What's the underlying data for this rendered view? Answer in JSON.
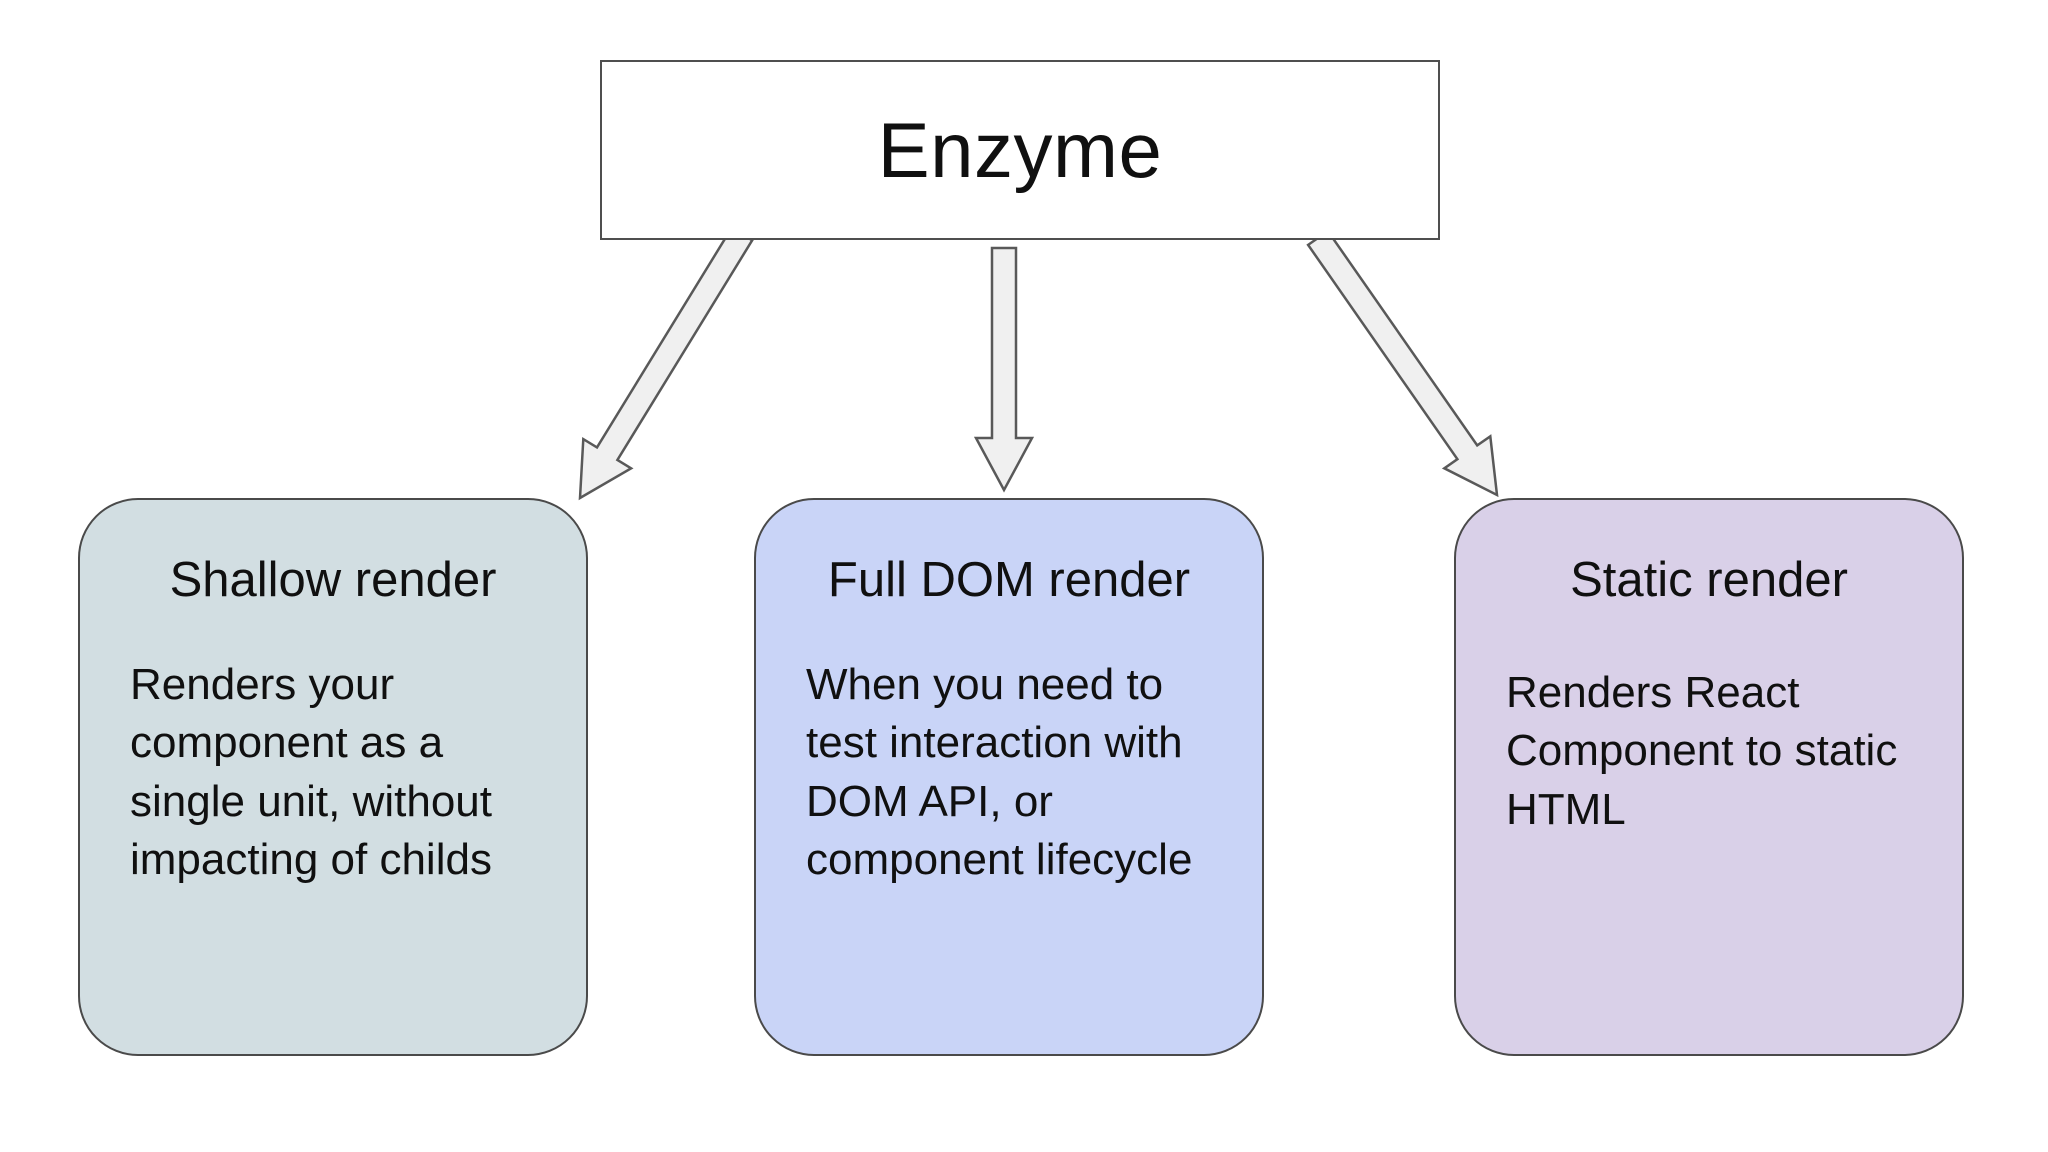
{
  "diagram": {
    "root": {
      "label": "Enzyme"
    },
    "nodes": [
      {
        "title": "Shallow render",
        "body": "Renders your\ncomponent as a\nsingle unit, without\nimpacting of childs",
        "fill": "#d2dee2"
      },
      {
        "title": "Full DOM render",
        "body": "When you need to\ntest interaction with\nDOM API, or\ncomponent lifecycle",
        "fill": "#c9d4f7"
      },
      {
        "title": "Static render",
        "body": "Renders React\nComponent to static\nHTML",
        "fill": "#d9d0e8"
      }
    ],
    "colors": {
      "background": "#ffffff",
      "node_border": "#4a4a4a",
      "root_border": "#4f4f4f",
      "text": "#101010",
      "arrow_fill": "#f0f0f0",
      "arrow_stroke": "#595959"
    }
  }
}
